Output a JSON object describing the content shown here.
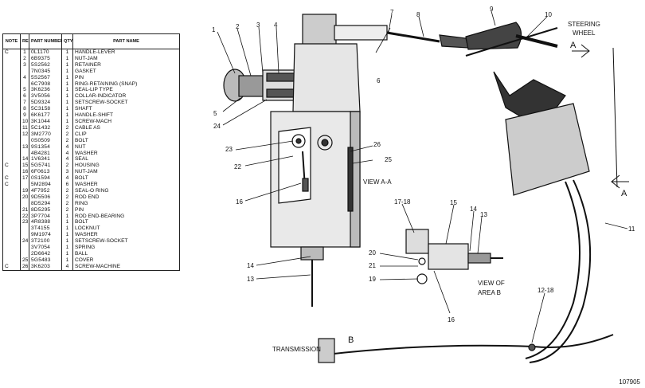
{
  "table": {
    "headers": [
      "NOTE",
      "REF NO",
      "PART NUMBER",
      "QTY",
      "PART NAME"
    ],
    "rows": [
      [
        "C",
        "1",
        "0L1170",
        "1",
        "HANDLE-LEVER"
      ],
      [
        "",
        "2",
        "6B9375",
        "1",
        "NUT-JAM"
      ],
      [
        "",
        "3",
        "5S2562",
        "1",
        "RETAINER"
      ],
      [
        "",
        "",
        "7N0345",
        "1",
        "GASKET"
      ],
      [
        "",
        "4",
        "5S2567",
        "1",
        "PIN"
      ],
      [
        "",
        "",
        "6C7908",
        "1",
        "RING-RETAINING (SNAP)"
      ],
      [
        "",
        "5",
        "3K6236",
        "1",
        "SEAL-LIP TYPE"
      ],
      [
        "",
        "6",
        "3V5056",
        "1",
        "COLLAR-INDICATOR"
      ],
      [
        "",
        "7",
        "5D9324",
        "1",
        "SETSCREW-SOCKET"
      ],
      [
        "",
        "8",
        "5C3158",
        "1",
        "SHAFT"
      ],
      [
        "",
        "9",
        "6K6177",
        "1",
        "HANDLE-SHIFT"
      ],
      [
        "",
        "10",
        "3K1044",
        "1",
        "SCREW-MACH"
      ],
      [
        "",
        "11",
        "5C1432",
        "2",
        "CABLE AS"
      ],
      [
        "",
        "12",
        "3M2770",
        "2",
        "CLIP"
      ],
      [
        "",
        "",
        "0S0509",
        "2",
        "BOLT"
      ],
      [
        "",
        "13",
        "9S1354",
        "4",
        "NUT"
      ],
      [
        "",
        "",
        "4B4281",
        "4",
        "WASHER"
      ],
      [
        "",
        "14",
        "1V6341",
        "4",
        "SEAL"
      ],
      [
        "C",
        "15",
        "5G5741",
        "2",
        "HOUSING"
      ],
      [
        "",
        "16",
        "6F0613",
        "3",
        "NUT-JAM"
      ],
      [
        "C",
        "17",
        "0S1594",
        "4",
        "BOLT"
      ],
      [
        "C",
        "",
        "5M2894",
        "6",
        "WASHER"
      ],
      [
        "",
        "19",
        "4F7952",
        "2",
        "SEAL-O RING"
      ],
      [
        "",
        "20",
        "9D5506",
        "2",
        "ROD END"
      ],
      [
        "",
        "",
        "8D5294",
        "2",
        "RING"
      ],
      [
        "",
        "21",
        "8D5295",
        "2",
        "PIN"
      ],
      [
        "",
        "22",
        "3P7704",
        "1",
        "ROD END-BEARING"
      ],
      [
        "",
        "23",
        "4R8388",
        "1",
        "BOLT"
      ],
      [
        "",
        "",
        "3T4155",
        "1",
        "LOCKNUT"
      ],
      [
        "",
        "",
        "9M1974",
        "1",
        "WASHER"
      ],
      [
        "",
        "24",
        "3T2100",
        "1",
        "SETSCREW-SOCKET"
      ],
      [
        "",
        "",
        "3V7054",
        "1",
        "SPRING"
      ],
      [
        "",
        "",
        "2D6642",
        "1",
        "BALL"
      ],
      [
        "",
        "25",
        "5G5483",
        "1",
        "COVER"
      ],
      [
        "C",
        "26",
        "3K6203",
        "4",
        "SCREW-MACHINE"
      ]
    ]
  },
  "diagram": {
    "callouts": [
      "1",
      "2",
      "3",
      "4",
      "5",
      "24",
      "6",
      "7",
      "8",
      "9",
      "10",
      "23",
      "22",
      "16",
      "26",
      "25",
      "14",
      "13",
      "17-18",
      "15",
      "14",
      "13",
      "20",
      "21",
      "19",
      "16",
      "11",
      "12-18"
    ],
    "texts": {
      "steering_wheel_1": "STEERING",
      "steering_wheel_2": "WHEEL",
      "view_aa": "VIEW A-A",
      "view_b_1": "VIEW OF",
      "view_b_2": "AREA B",
      "marker_a_top": "A",
      "marker_a_bottom": "A",
      "marker_b": "B",
      "transmission": "TRANSMISSION"
    }
  },
  "figure_number": "107905"
}
